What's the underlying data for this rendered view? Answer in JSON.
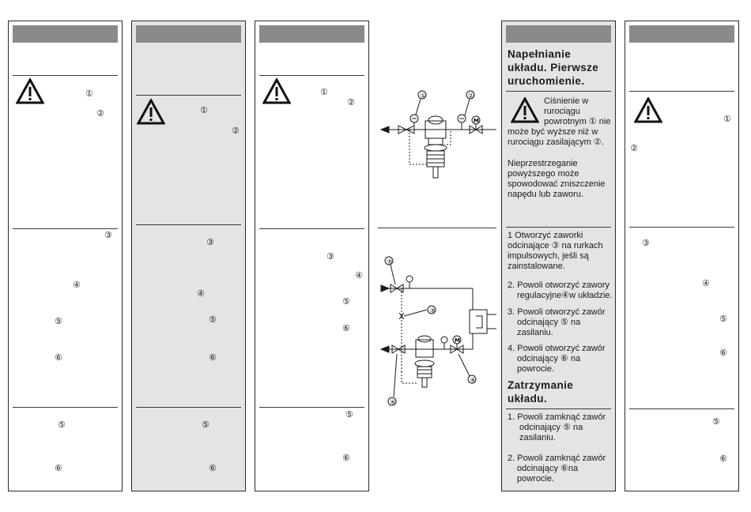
{
  "markers": {
    "c1": "①",
    "c2": "②",
    "c3": "③",
    "c4": "④",
    "c5": "⑤",
    "c6": "⑥"
  },
  "icons": {
    "warning": "warning-triangle-icon",
    "motor": "M",
    "pressure_gauge": "gauge-icon"
  },
  "colors": {
    "header_bar": "#8a8a8a",
    "shaded_panel": "#e4e4e4",
    "border": "#2a2a2a"
  },
  "pl": {
    "title1_line1": "Napełnianie",
    "title1_line2": "układu. Pierwsze",
    "title1_line3": "uruchomienie.",
    "warn_line1": "Ciśnienie w",
    "warn_line2": "rurociągu",
    "warn_line3a": "powrotnym",
    "warn_line3b": "nie",
    "warn_line4a": "może być wyższe niż w",
    "warn_line5a": "rurociągu zasilającym",
    "warn_line5b": ".",
    "note_line1": "Nieprzestrzeganie",
    "note_line2": "powyższego może",
    "note_line3": "spowodować zniszczenie",
    "note_line4": "napędu lub zaworu.",
    "s1_line1": "1 Otworzyć zaworki",
    "s1_line2a": "odcinające",
    "s1_line2b": "na rurkach",
    "s1_line3": "impulsowych, jeśli są",
    "s1_line4": "zainstalowane.",
    "s2_line1": "2. Powoli otworzyć zawory",
    "s2_line2a": "regulacyjne",
    "s2_line2b": "w układzie.",
    "s3_line1": "3. Powoli otworzyć zawór",
    "s3_line2a": "odcinający",
    "s3_line2b": "na",
    "s3_line3": "zasilaniu.",
    "s4_line1": "4. Powoli otworzyć zawór",
    "s4_line2a": "odcinający",
    "s4_line2b": "na",
    "s4_line3": "powrocie.",
    "title2_line1": "Zatrzymanie",
    "title2_line2": "układu.",
    "t1_line1": "1.  Powoli zamknąć zawór",
    "t1_line2a": "odcinający",
    "t1_line2b": "na",
    "t1_line3": "zasilaniu.",
    "t2_line1": "2. Powoli zamknąć zawór",
    "t2_line2a": "odcinający",
    "t2_line2b": "na",
    "t2_line3": "powrocie."
  }
}
